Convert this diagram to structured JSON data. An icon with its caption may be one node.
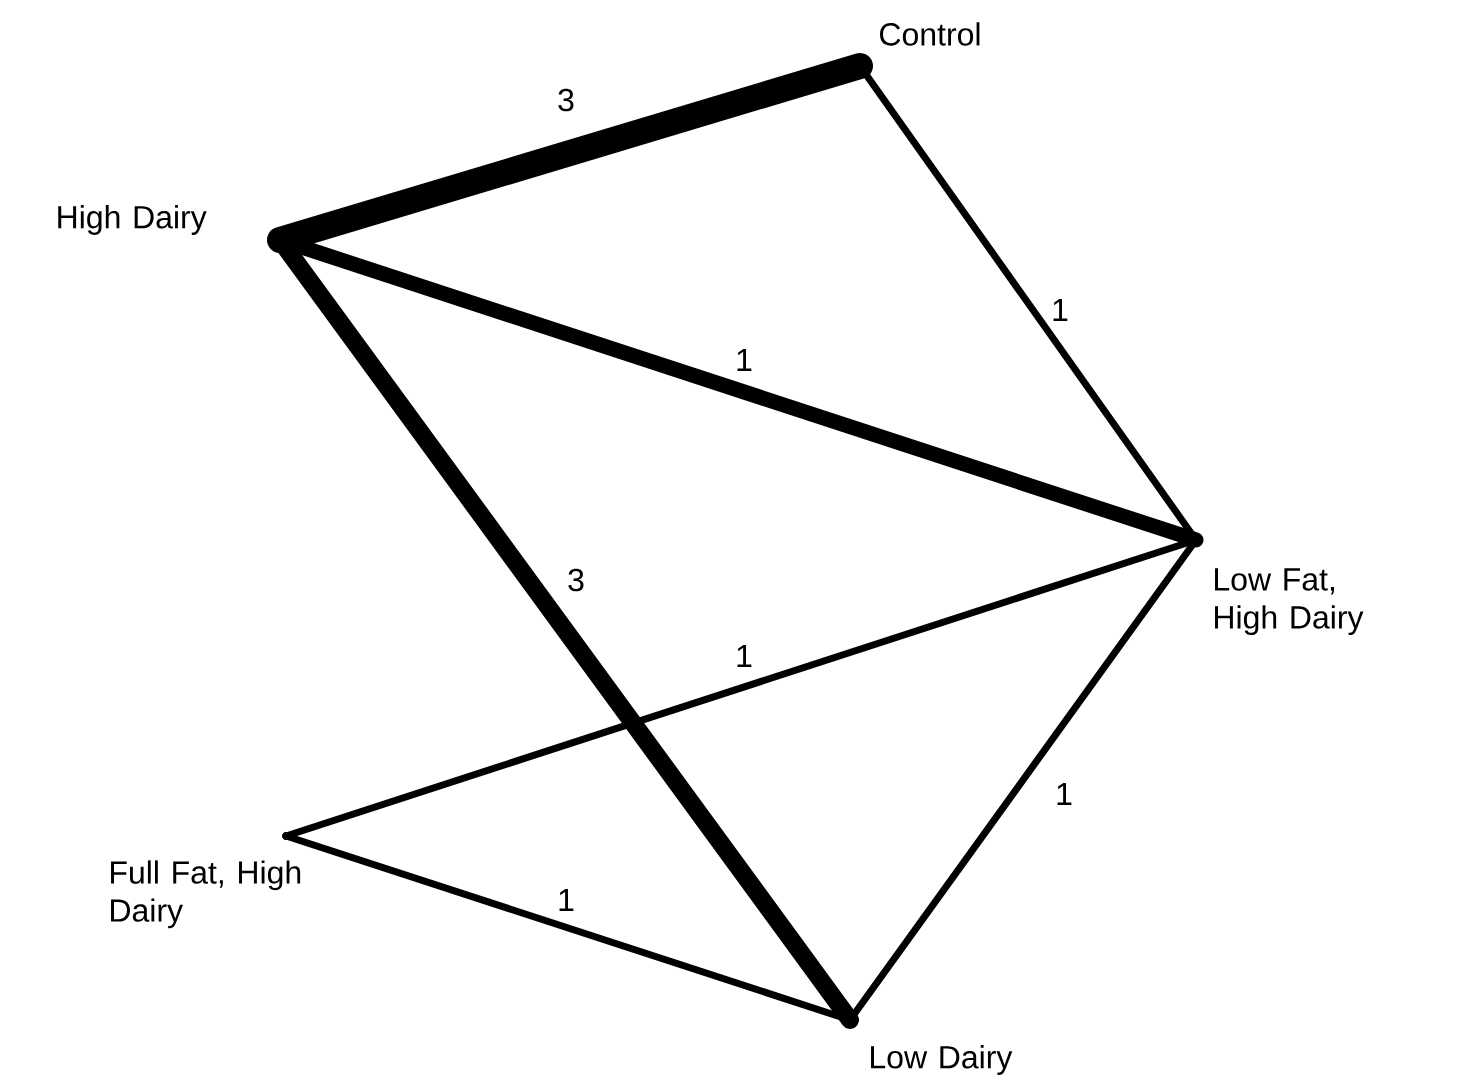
{
  "diagram": {
    "nodes": [
      {
        "text": [
          "Control"
        ]
      },
      {
        "text": [
          "High Dairy"
        ]
      },
      {
        "text": [
          "Low Fat, High Dairy"
        ]
      },
      {
        "text": [
          "Full Fat, High Dairy"
        ]
      },
      {
        "text": [
          "Low Dairy"
        ]
      }
    ],
    "edges": [
      {
        "from": 1,
        "to": 0,
        "arrow": "none",
        "label": "3",
        "style": "thick"
      },
      {
        "from": 0,
        "to": 2,
        "arrow": "none",
        "label": "1"
      },
      {
        "from": 1,
        "to": 2,
        "arrow": "none",
        "label": "1",
        "style": "thick"
      },
      {
        "from": 1,
        "to": 4,
        "arrow": "none",
        "label": "3",
        "style": "thick"
      },
      {
        "from": 2,
        "to": 3,
        "arrow": "none",
        "label": "1"
      },
      {
        "from": 2,
        "to": 4,
        "arrow": "none",
        "label": "1"
      },
      {
        "from": 3,
        "to": 4,
        "arrow": "none",
        "label": "1"
      }
    ]
  }
}
